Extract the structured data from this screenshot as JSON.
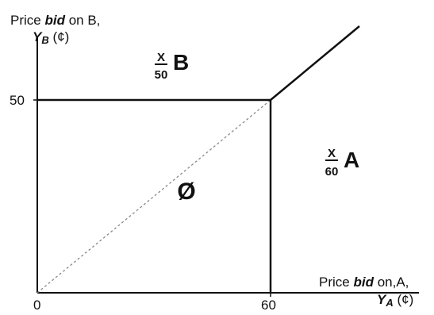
{
  "y_axis": {
    "title_line1_pre": "Price ",
    "title_line1_em": "bid",
    "title_line1_post": " on B,",
    "var_letter": "Y",
    "var_sub": "B",
    "unit": " (¢)"
  },
  "x_axis": {
    "title_line1_pre": "Price ",
    "title_line1_em": "bid",
    "title_line1_post": " on,A,",
    "var_letter": "Y",
    "var_sub": "A",
    "unit": " (¢)"
  },
  "ticks": {
    "origin": "0",
    "x_60": "60",
    "y_50": "50"
  },
  "regions": {
    "b": {
      "frac_num": "X",
      "frac_den": "50",
      "letter": "B"
    },
    "a": {
      "frac_num": "X",
      "frac_den": "60",
      "letter": "A"
    },
    "none": {
      "symbol": "Ø"
    }
  },
  "colors": {
    "line": "#111111",
    "diagonal": "#888888"
  }
}
